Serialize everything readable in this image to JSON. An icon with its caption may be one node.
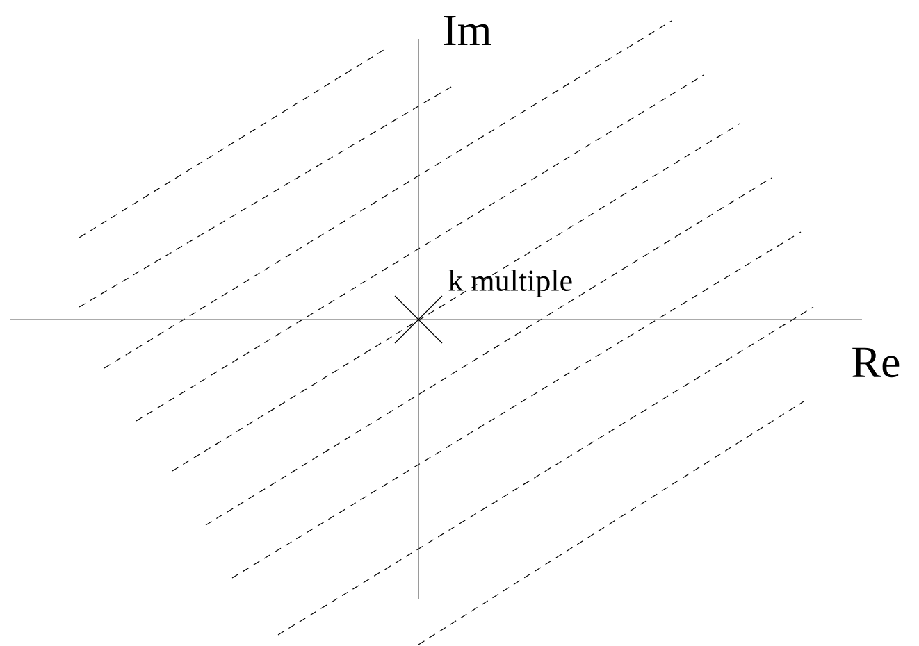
{
  "diagram": {
    "labels": [
      "Im",
      "k multiple",
      "Re"
    ]
  }
}
